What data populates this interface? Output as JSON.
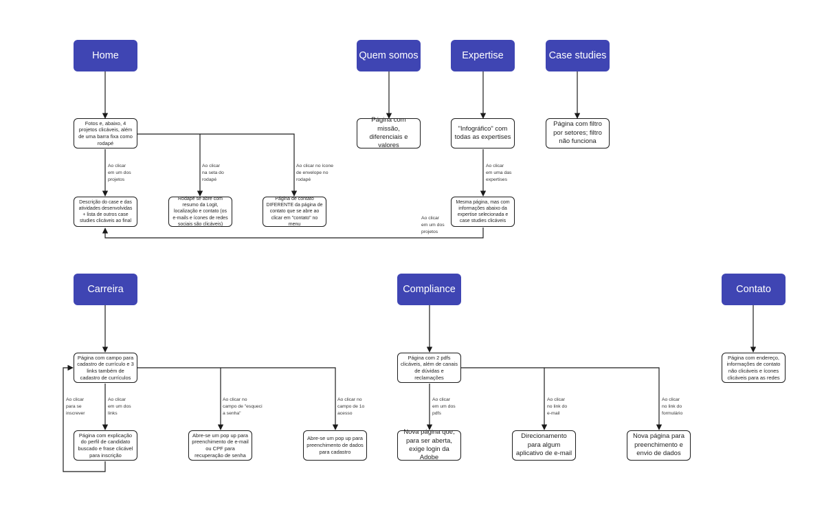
{
  "headers": {
    "home": "Home",
    "quem_somos": "Quem somos",
    "expertise": "Expertise",
    "case_studies": "Case studies",
    "carreira": "Carreira",
    "compliance": "Compliance",
    "contato": "Contato"
  },
  "boxes": {
    "home_main": "Fotos e, abaixo, 4 projetos clicáveis, além de uma barra fixa como rodapé",
    "home_case": "Descrição do case e das atividades desenvolvidas + lista de outros case studies clicáveis ao final",
    "home_rodape": "Rodapé se abre com resumo da Logit, localização e contato (os e-mails e ícones de redes sociais são clicáveis)",
    "home_contato": "Página de contato DIFERENTE da página de contato que se abre ao clicar em \"contato\" no menu",
    "quem_somos_main": "Página com missão, diferenciais e valores",
    "expertise_main": "\"Infográfico\" com todas as expertises",
    "expertise_detail": "Mesma página, mas com informações abaixo da expertise selecionada e case studies clicáveis",
    "case_studies_main": "Página com filtro por setores; filtro não funciona",
    "carreira_main": "Página com campo para cadastro de currículo e 3 links também de cadastro de currículos",
    "carreira_perfil": "Página com explicação do perfil de candidato buscado e frase clicável para inscrição",
    "carreira_senha": "Abre-se um pop up para preenchimento de e-mail ou CPF para recuperação de senha",
    "carreira_cadastro": "Abre-se um pop up para preenchimento de dados para cadastro",
    "compliance_main": "Página com 2 pdfs clicáveis, além de canais de dúvidas e reclamações",
    "compliance_pdf": "Nova página que, para ser aberta, exige login da Adobe",
    "compliance_email": "Direcionamento para algum aplicativo de e-mail",
    "compliance_form": "Nova página para preenchimento e envio de dados",
    "contato_main": "Página com endereço, informações de contato não clicáveis e ícones clicáveis para as redes"
  },
  "notes": {
    "home_projetos": "Ao clicar\nem um dos\nprojetos",
    "home_seta": "Ao clicar\nna seta do\nrodapé",
    "home_envelope": "Ao clicar no ícone\nde envelope no\nrodapé",
    "expertise_click": "Ao clicar\nem uma das\nexpertises",
    "expertise_projetos": "Ao clicar\nem um dos\nprojetos",
    "carreira_inscrever": "Ao clicar\npara se\ninscrever",
    "carreira_links": "Ao clicar\nem um dos\nlinks",
    "carreira_senha": "Ao clicar no\ncampo de \"esqueci\na senha\"",
    "carreira_acesso": "Ao clicar no\ncampo de 1o\nacesso",
    "compliance_pdfs": "Ao clicar\nem um dos\npdfs",
    "compliance_email": "Ao clicar\nno link do\ne-mail",
    "compliance_form": "Ao clicar\nno link do\nformulário"
  },
  "colors": {
    "header_fill": "#3f45b3",
    "line": "#1a1a1a"
  }
}
